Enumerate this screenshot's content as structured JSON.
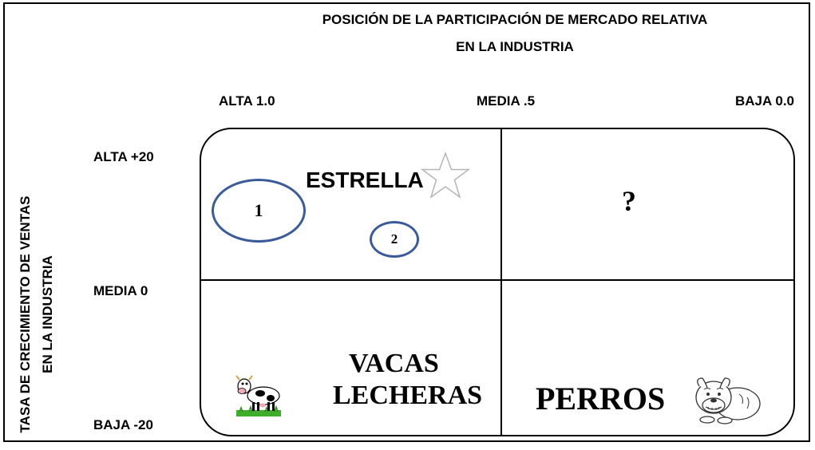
{
  "title": {
    "line1": "POSICIÓN DE LA PARTICIPACIÓN DE MERCADO RELATIVA",
    "line2": "EN LA INDUSTRIA"
  },
  "x_axis": {
    "ticks": [
      "ALTA 1.0",
      "MEDIA .5",
      "BAJA 0.0"
    ]
  },
  "y_axis": {
    "title_line1": "TASA DE CRECIMIENTO DE VENTAS",
    "title_line2": "EN LA INDUSTRIA",
    "ticks": [
      "ALTA  +20",
      "MEDIA 0",
      "BAJA -20"
    ]
  },
  "quadrants": {
    "top_left": "ESTRELLA",
    "top_right": "?",
    "bottom_left_line1": "VACAS",
    "bottom_left_line2": "LECHERAS",
    "bottom_right": "PERROS"
  },
  "bubbles": [
    {
      "label": "1"
    },
    {
      "label": "2"
    }
  ],
  "icons": {
    "top_left": "star-icon",
    "bottom_left": "cow-icon",
    "bottom_right": "bulldog-icon"
  },
  "colors": {
    "bubble_border": "#3a5a9a",
    "lines": "#000000"
  }
}
